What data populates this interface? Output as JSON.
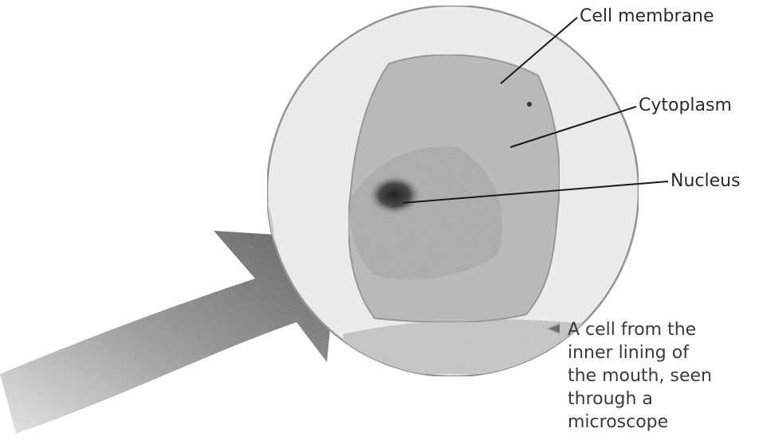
{
  "labels": {
    "cell_membrane": "Cell membrane",
    "cytoplasm": "Cytoplasm",
    "nucleus": "Nucleus"
  },
  "caption": {
    "lines": [
      "A cell from the",
      "inner lining of",
      "the mouth, seen",
      "through a",
      "microscope"
    ]
  },
  "colors": {
    "background": "#ffffff",
    "lens_fill": "#f2f2f2",
    "lens_edge": "#8a8a8a",
    "cell_body": "#b9b9b9",
    "cell_dark": "#9a9a9a",
    "nucleus": "#3c3c3c",
    "arrow_dark": "#4a4a4a",
    "arrow_light": "#d6d6d6",
    "leader_line": "#1a1a1a",
    "text": "#2a2a2a"
  },
  "icons": {
    "caption_marker": "left-pointing-triangle-icon",
    "magnify_arrow": "curved-arrow-icon"
  }
}
